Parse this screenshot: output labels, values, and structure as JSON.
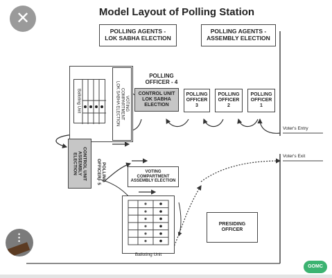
{
  "title": "Model Layout of Polling Station",
  "close_icon_glyph": "✕",
  "agents_lok_sabha": "POLLING AGENTS -\nLOK SABHA ELECTION",
  "agents_assembly": "POLLING AGENTS -\nASSEMBLY ELECTION",
  "polling_officer_4": "POLLING\nOFFICER - 4",
  "control_unit_lok_sabha": "CONTROL UNIT\nLOK SABHA\nELECTION",
  "polling_officer_3": "POLLING\nOFFICER\n3",
  "polling_officer_2": "POLLING\nOFFICER\n2",
  "polling_officer_1": "POLLING\nOFFICER\n1",
  "voting_compartment_lok_sabha": "VOTING\nCOMPARTMENT\nLOK SABHA ELECTION",
  "balloting_unit_top": "Balloting Unit",
  "control_unit_assembly": "CONTROL UNIT\nASSEMBLY\nELECTION",
  "polling_officer_5": "POLLING\nOFFICER - 5",
  "voting_compartment_assembly": "VOTING\nCOMPARTMENT\nASSEMBLY ELECTION",
  "balloting_unit_bottom": "Balloting Unit",
  "presiding_officer": "PRESIDING\nOFFICER",
  "voters_entry": "Voter's Entry",
  "voters_exit": "Voter's Exit",
  "watermark_logo": "GOMC"
}
